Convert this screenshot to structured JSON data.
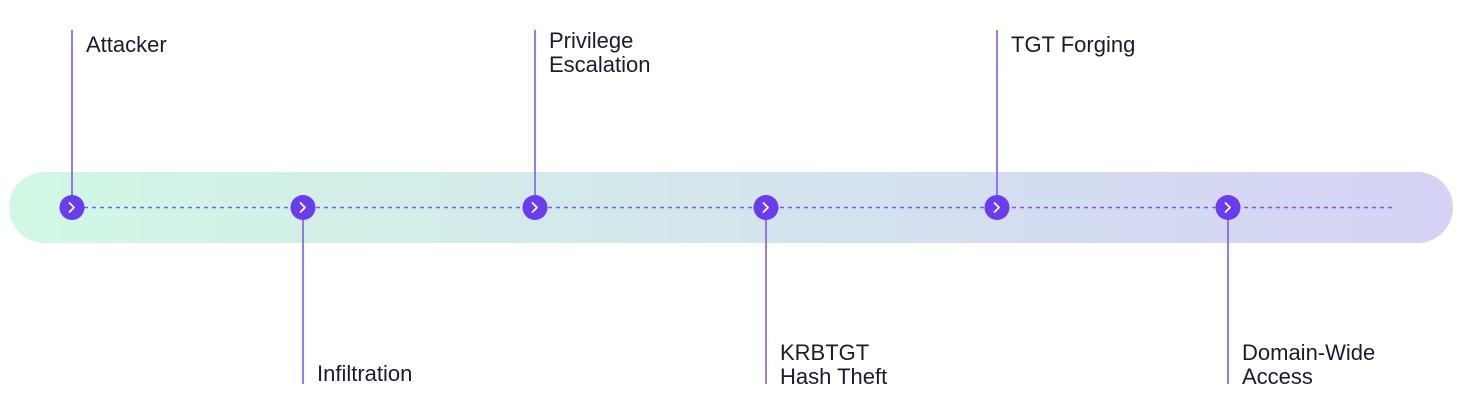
{
  "colors": {
    "track_start": "#d2f8e4",
    "track_end": "#d5d2f5",
    "accent": "#6a3cf0",
    "line": "#7f5cf0",
    "text": "#1c1a33"
  },
  "node_icon": "chevron-right-icon",
  "steps": [
    {
      "id": "attacker",
      "lines": [
        "Attacker"
      ],
      "position": "above"
    },
    {
      "id": "infiltration",
      "lines": [
        "Infiltration"
      ],
      "position": "below"
    },
    {
      "id": "privilege-escalation",
      "lines": [
        "Privilege",
        "Escalation"
      ],
      "position": "above"
    },
    {
      "id": "krbtgt-hash-theft",
      "lines": [
        "KRBTGT",
        "Hash Theft"
      ],
      "position": "below"
    },
    {
      "id": "tgt-forging",
      "lines": [
        "TGT Forging"
      ],
      "position": "above"
    },
    {
      "id": "domain-wide-access",
      "lines": [
        "Domain-Wide",
        "Access"
      ],
      "position": "below"
    }
  ]
}
